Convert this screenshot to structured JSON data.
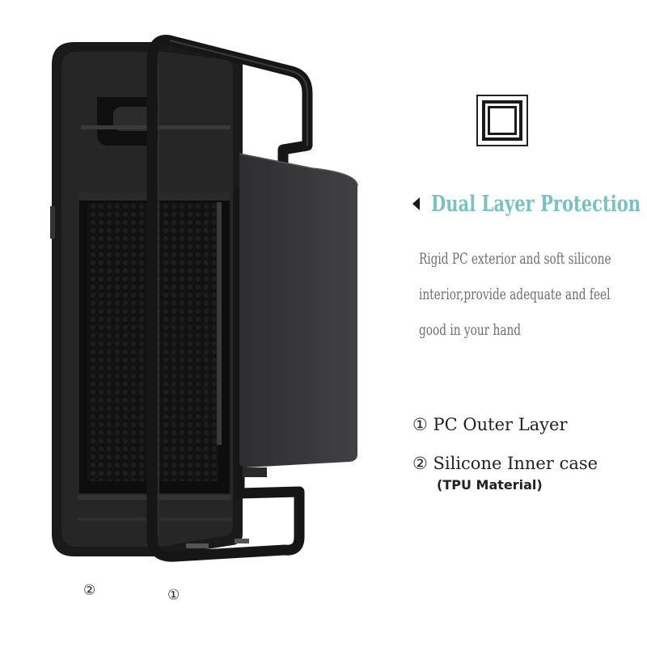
{
  "feature": {
    "title": "Dual Layer Protection",
    "description_lines": [
      "Rigid PC exterior and soft silicone",
      "interior,provide adequate and feel",
      "good in your hand"
    ],
    "icon": "nested-squares-icon"
  },
  "layers": [
    {
      "marker": "①",
      "label": "PC Outer Layer"
    },
    {
      "marker": "②",
      "label": "Silicone Inner case",
      "note": "(TPU Material)"
    }
  ],
  "part_markers": {
    "inner_case": "②",
    "outer_frame": "①"
  },
  "colors": {
    "title": "#79c2c4",
    "description": "#6e6e6e",
    "case": "#1c1c1c",
    "card_slot": "#3a3a3c"
  }
}
